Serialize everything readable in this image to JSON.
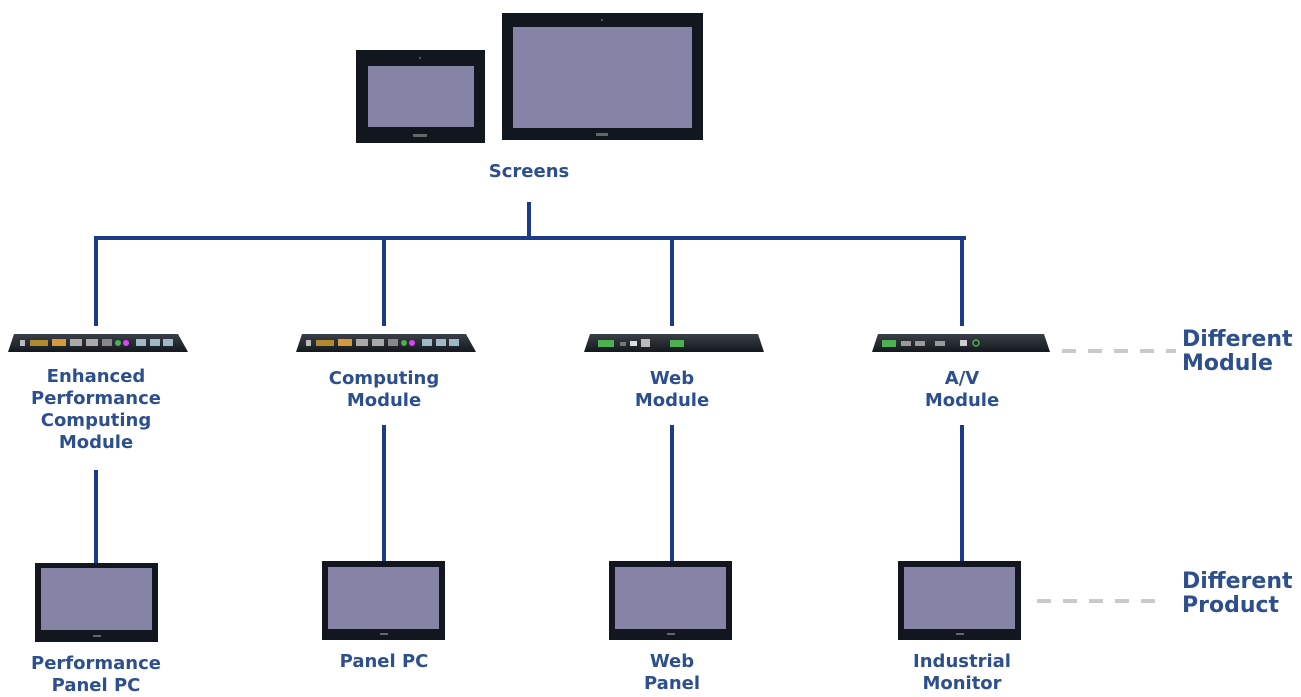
{
  "top": {
    "label": "Screens"
  },
  "modules": [
    {
      "label": "Enhanced\nPerformance\nComputing\nModule",
      "product": "Performance\nPanel PC"
    },
    {
      "label": "Computing\nModule",
      "product": "Panel PC"
    },
    {
      "label": "Web\nModule",
      "product": "Web\nPanel"
    },
    {
      "label": "A/V\nModule",
      "product": "Industrial\nMonitor"
    }
  ],
  "legend": {
    "module": "Different\nModule",
    "product": "Different\nProduct"
  },
  "colors": {
    "line": "#1c3a8a",
    "text": "#2d4f8e",
    "screen": "#8583a6",
    "bezel": "#12171f",
    "dash": "#c9c9c9"
  }
}
